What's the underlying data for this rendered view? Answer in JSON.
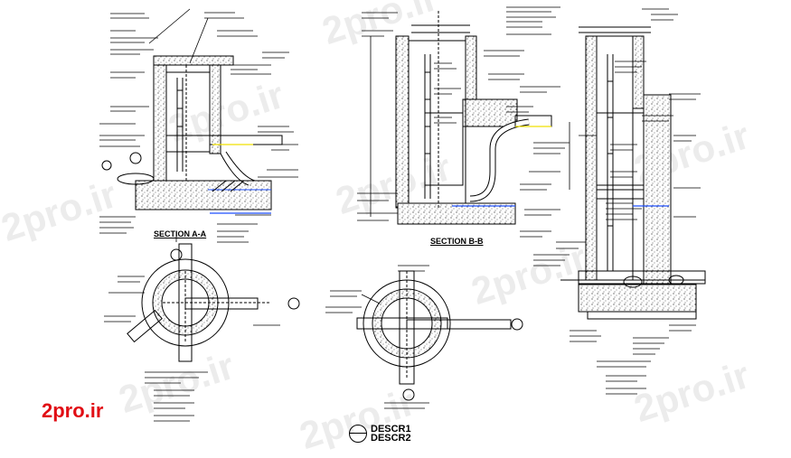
{
  "brand": {
    "text": "2pro.ir",
    "color": "#e10d14"
  },
  "watermark": {
    "text": "2pro.ir"
  },
  "sections": {
    "a": "SECTION A-A",
    "b": "SECTION B-B"
  },
  "title_block": {
    "line1": "DESCR1",
    "line2": "DESCR2"
  },
  "colors": {
    "ink": "#000000",
    "concrete_fill": "#b0b0b0",
    "pipe_blue": "#1f4fff",
    "accent_yellow": "#f0e000"
  }
}
